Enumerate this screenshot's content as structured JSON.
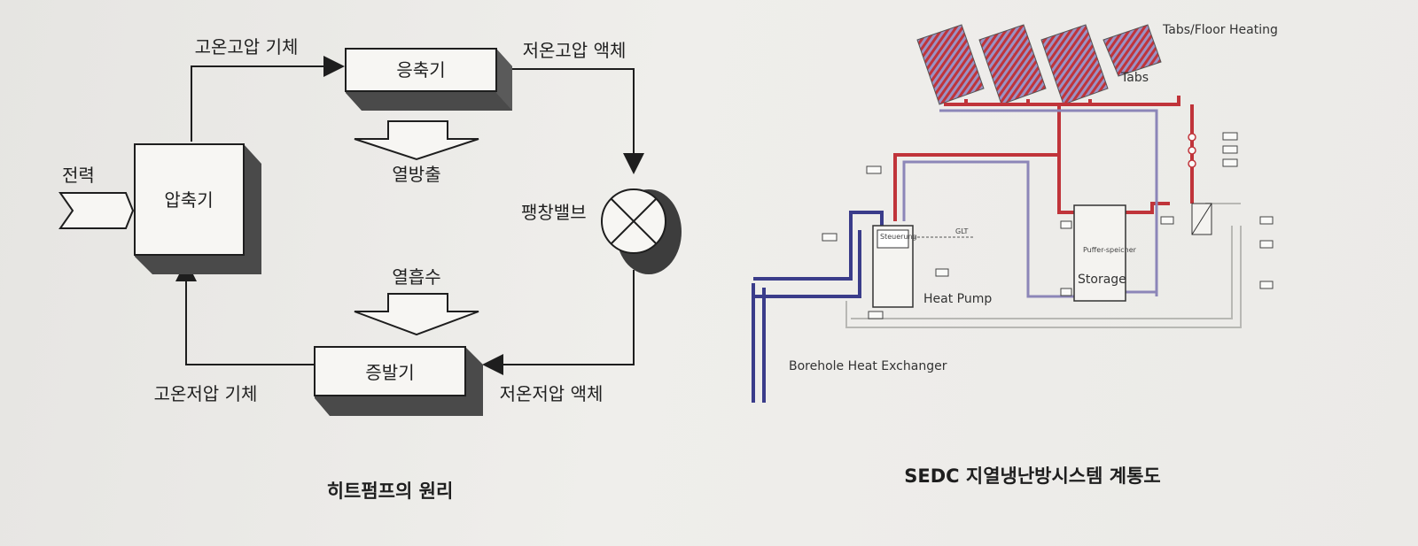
{
  "left_diagram": {
    "caption": "히트펌프의 원리",
    "components": {
      "condenser": "응축기",
      "compressor": "압축기",
      "evaporator": "증발기",
      "expansion_valve": "팽창밸브"
    },
    "labels": {
      "power_input": "전력",
      "high_temp_high_pressure_gas": "고온고압 기체",
      "low_temp_high_pressure_liquid": "저온고압 액체",
      "heat_release": "열방출",
      "heat_absorption": "열흡수",
      "high_temp_low_pressure_gas": "고온저압 기체",
      "low_temp_low_pressure_liquid": "저온저압 액체"
    }
  },
  "right_diagram": {
    "caption": "SEDC 지열냉난방시스템 계통도",
    "labels": {
      "floor_heating": "Tabs/Floor Heating",
      "tabs": "Tabs",
      "heat_pump": "Heat Pump",
      "storage": "Storage",
      "storage_small": "Puffer-speicher",
      "borehole": "Borehole Heat Exchanger",
      "controller": "Steuerung",
      "glt": "GLT"
    }
  },
  "colors": {
    "supply_red": "#c0343a",
    "return_purple": "#8c86b8",
    "borehole_blue": "#3a3c8a",
    "box_shadow": "#4a4a4a"
  }
}
